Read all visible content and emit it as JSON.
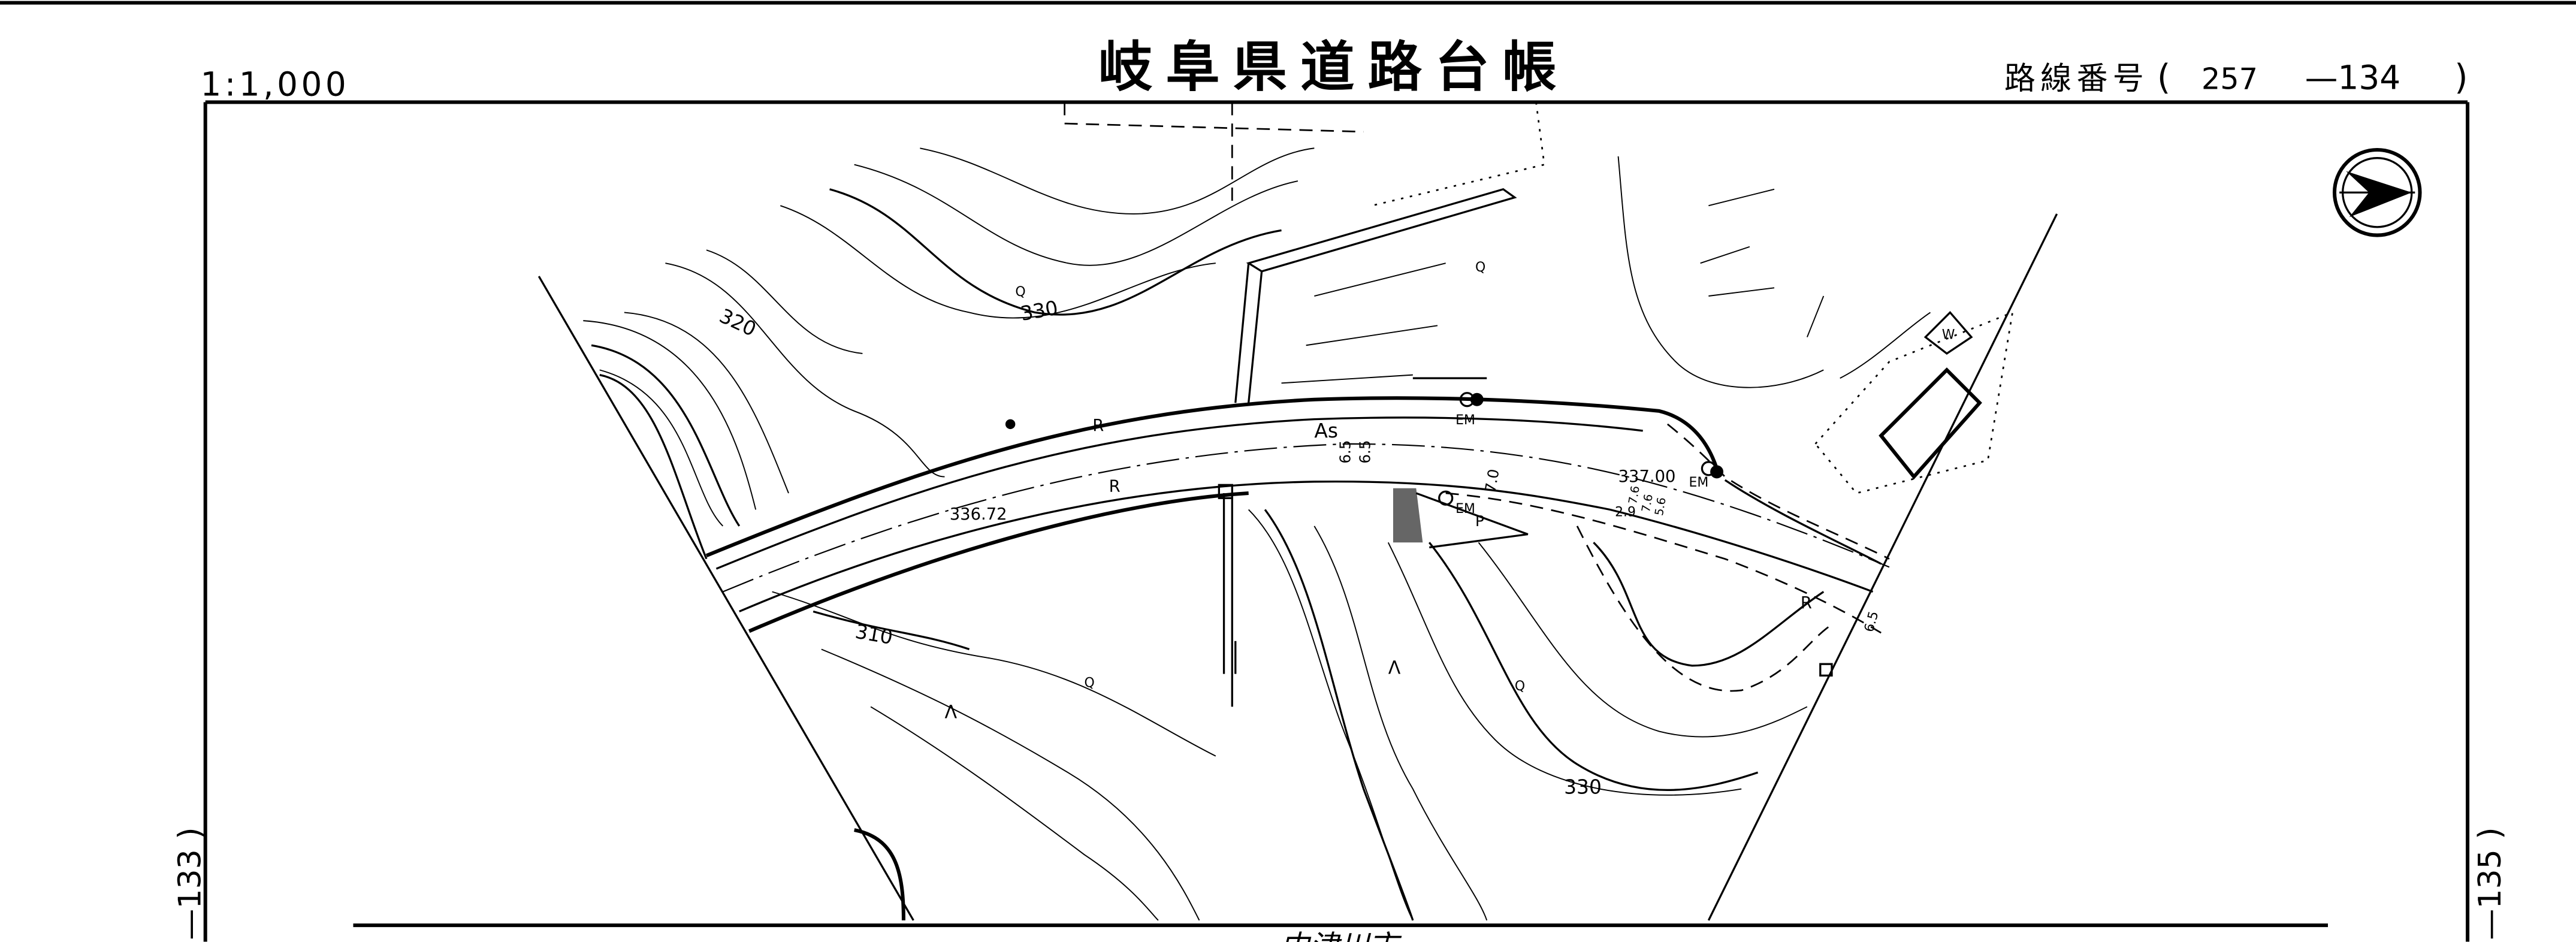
{
  "header": {
    "scale": "1:1,000",
    "title": "岐阜県道路台帳",
    "route_label": "路線番号",
    "route_open": "(",
    "route_number": "257",
    "sheet_number": "—134",
    "route_close": ")"
  },
  "adjacent_sheets": {
    "left": "—133 )",
    "right": "—135 )"
  },
  "footer": {
    "municipality": "中津川市"
  },
  "map": {
    "contour_labels": [
      "330",
      "320",
      "310",
      "330"
    ],
    "elevation_points": [
      "336.72",
      "337.00"
    ],
    "surface_label": "As",
    "road_labels": [
      "R",
      "R",
      "R"
    ],
    "em_labels": [
      "EM",
      "EM",
      "EM"
    ],
    "parking_label": "P",
    "width_labels": [
      "6.5",
      "6.5",
      "7.0",
      "6.5",
      "2.9",
      "7.6",
      "7.6",
      "5.6"
    ],
    "building_label": "W",
    "land_use_symbols": [
      "Q",
      "Q",
      "Q",
      "Q"
    ],
    "wasteland_symbols": [
      "Λ",
      "Λ"
    ]
  }
}
